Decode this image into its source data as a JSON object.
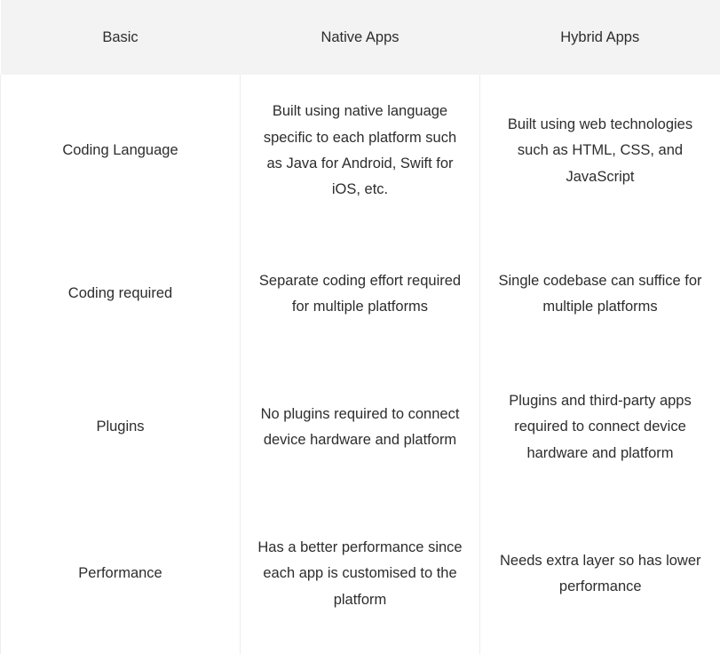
{
  "table": {
    "columns": [
      {
        "key": "basic",
        "label": "Basic"
      },
      {
        "key": "native",
        "label": "Native Apps"
      },
      {
        "key": "hybrid",
        "label": "Hybrid Apps"
      }
    ],
    "rows": [
      {
        "basic": "Coding Language",
        "native": "Built using native language specific to each platform such as Java for Android, Swift for iOS, etc.",
        "hybrid": "Built using web technologies such as HTML, CSS, and JavaScript"
      },
      {
        "basic": "Coding required",
        "native": "Separate coding effort required for multiple platforms",
        "hybrid": "Single codebase can suffice for multiple platforms"
      },
      {
        "basic": "Plugins",
        "native": "No plugins required to connect device hardware and platform",
        "hybrid": "Plugins and third-party apps required to connect device hardware and platform"
      },
      {
        "basic": "Performance",
        "native": "Has a better performance since each app is customised to the platform",
        "hybrid": "Needs extra layer so has lower performance"
      }
    ]
  },
  "colors": {
    "header_background": "#f3f3f4",
    "cell_background": "#ffffff",
    "text": "#2d2d2d",
    "border": "#ededee"
  }
}
